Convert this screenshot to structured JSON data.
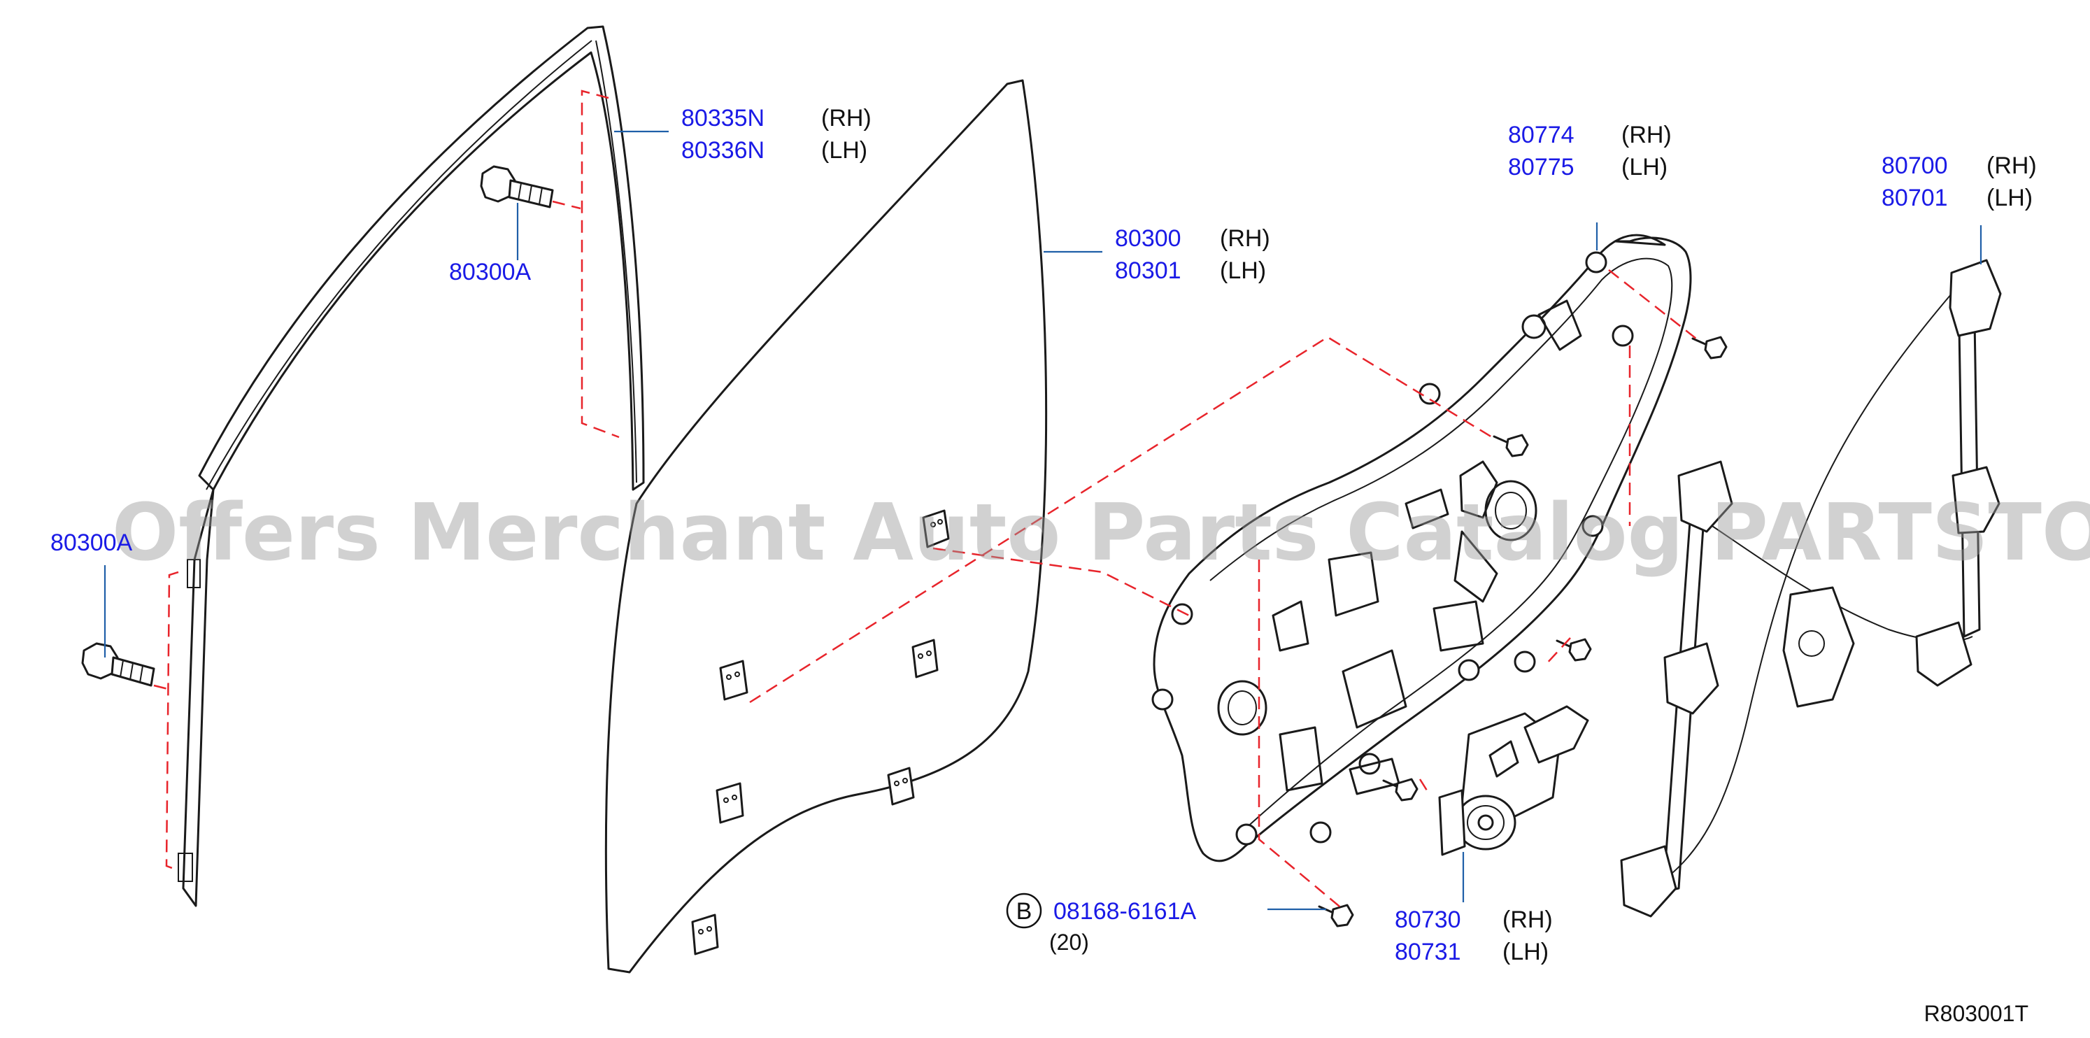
{
  "callouts": {
    "sash_bolt_upper": {
      "part": "80300A"
    },
    "sash_bolt_lower": {
      "part": "80300A"
    },
    "sash": {
      "part_rh": "80335N",
      "side_rh": "(RH)",
      "part_lh": "80336N",
      "side_lh": "(LH)"
    },
    "glass": {
      "part_rh": "80300",
      "side_rh": "(RH)",
      "part_lh": "80301",
      "side_lh": "(LH)"
    },
    "panel": {
      "part_rh": "80774",
      "side_rh": "(RH)",
      "part_lh": "80775",
      "side_lh": "(LH)"
    },
    "regulator": {
      "part_rh": "80700",
      "side_rh": "(RH)",
      "part_lh": "80701",
      "side_lh": "(LH)"
    },
    "motor": {
      "part_rh": "80730",
      "side_rh": "(RH)",
      "part_lh": "80731",
      "side_lh": "(LH)"
    },
    "bolt_b": {
      "badge": "B",
      "part": "08168-6161A",
      "qty": "(20)"
    }
  },
  "reference_code": "R803001T",
  "watermark": "Offers Merchant Auto Parts Catalog PARTSTORE.SA",
  "colors": {
    "part_number": "#1a1ae6",
    "leader_line": "#1f5fa8",
    "dash_line": "#e8242b",
    "outline": "#1a1a1a"
  }
}
